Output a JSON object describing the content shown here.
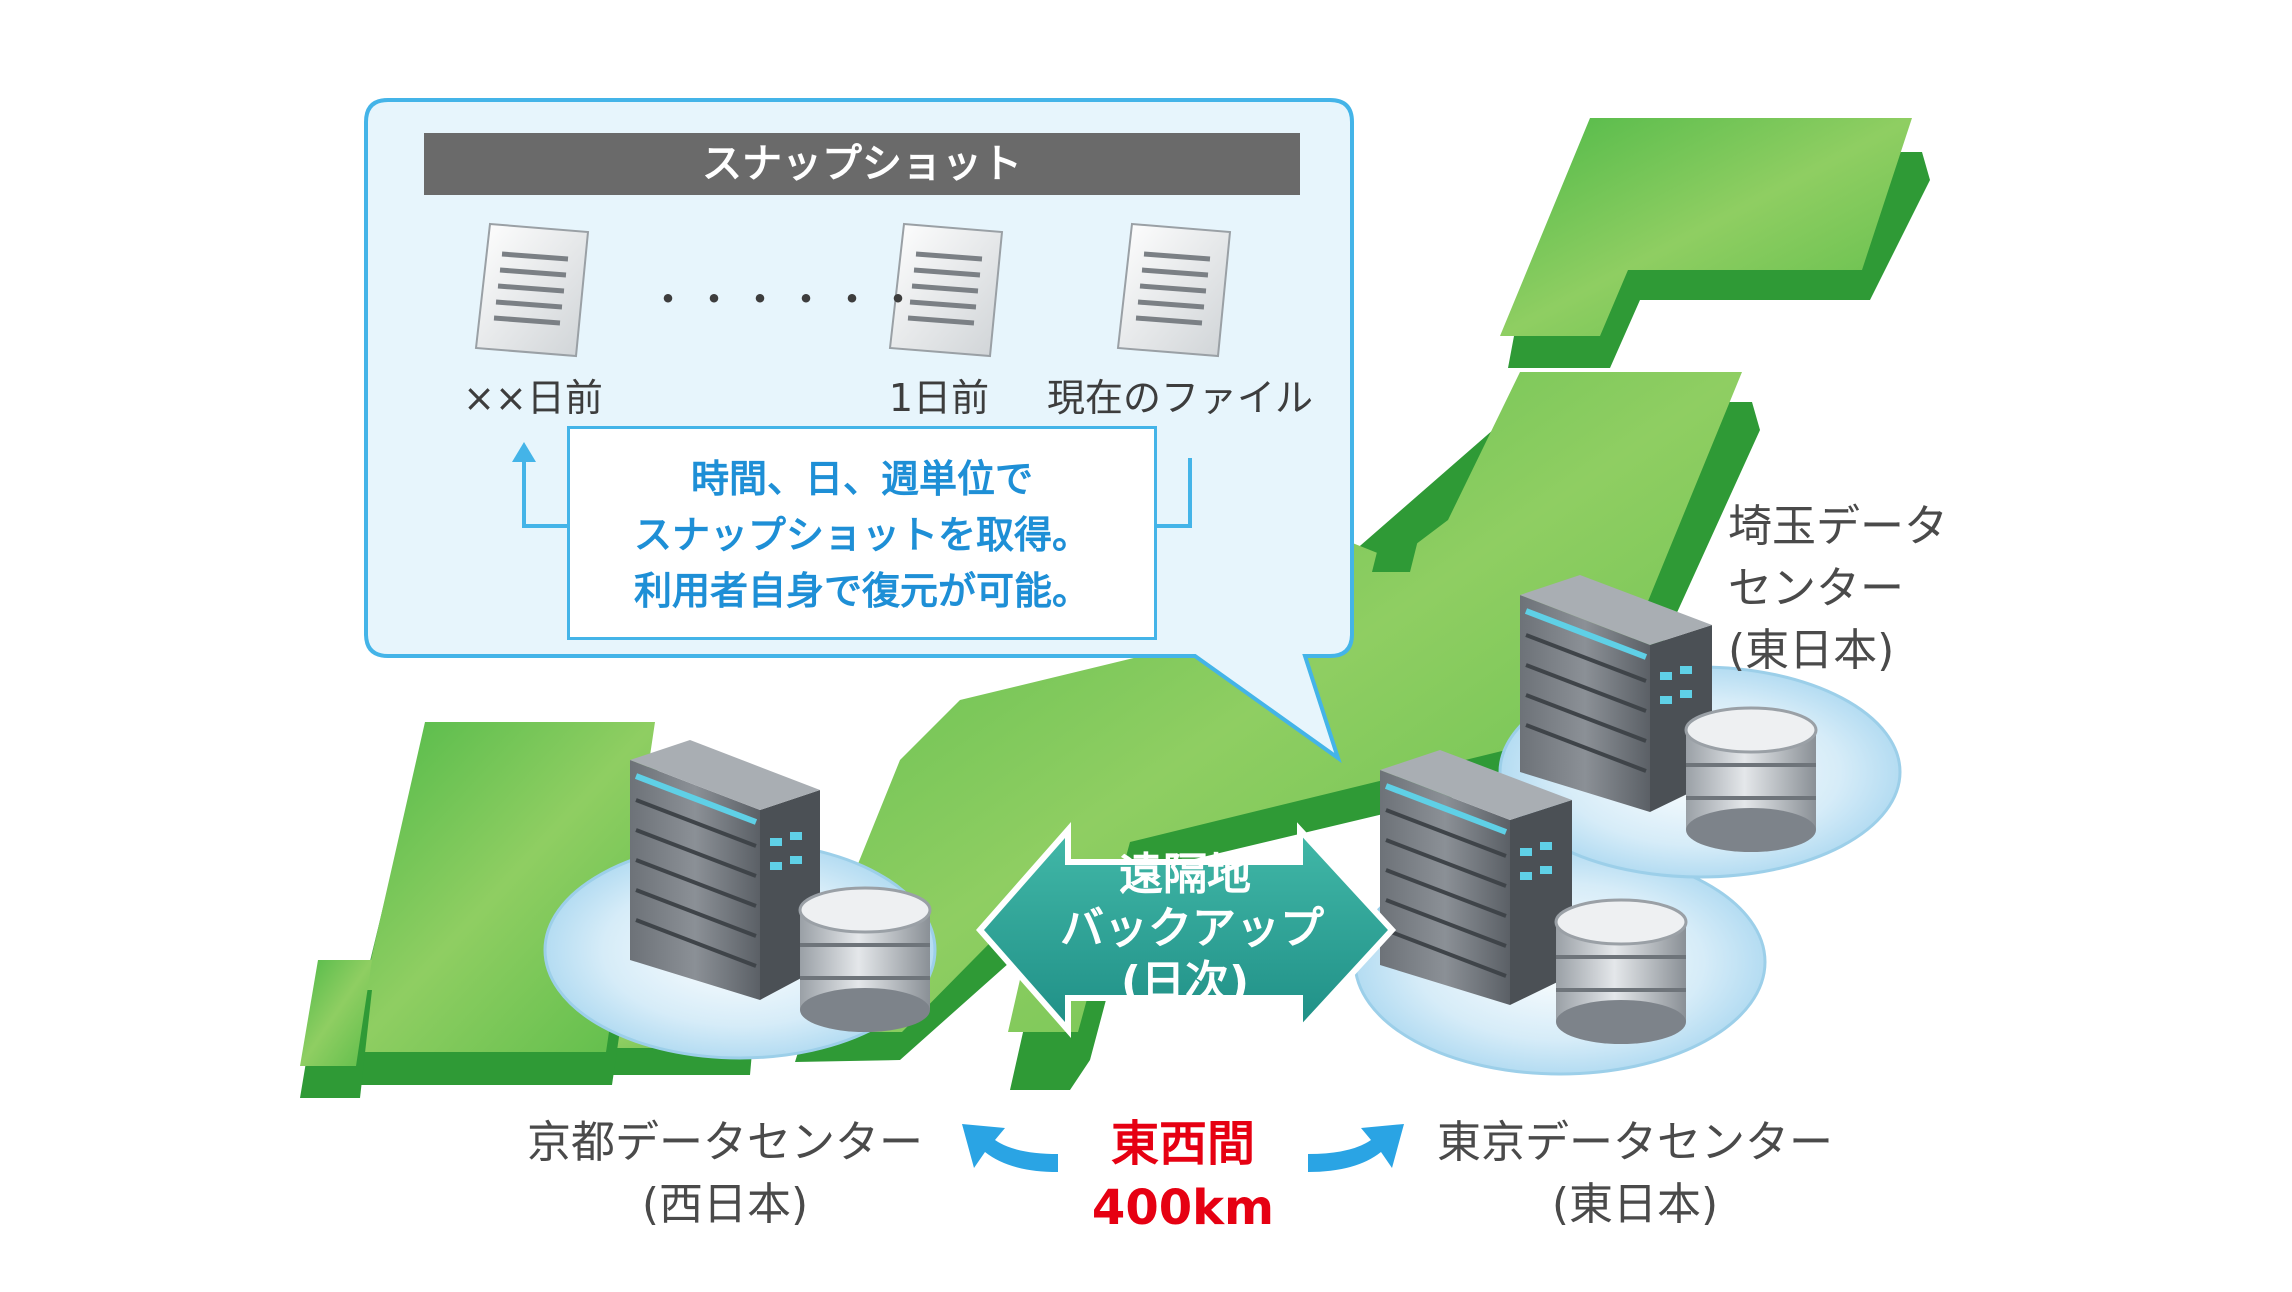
{
  "snapshot": {
    "title": "スナップショット",
    "dots": "・・・・・・",
    "files": [
      "××日前",
      "1日前",
      "現在のファイル"
    ],
    "note_lines": [
      "時間、日、週単位で",
      "スナップショットを取得。",
      "利用者自身で復元が可能。"
    ]
  },
  "backup": {
    "lines": [
      "遠隔地",
      "バックアップ",
      "(日次)"
    ]
  },
  "datacenters": {
    "saitama": [
      "埼玉データ",
      "センター",
      "(東日本)"
    ],
    "kyoto": [
      "京都データセンター",
      "(西日本)"
    ],
    "tokyo": [
      "東京データセンター",
      "(東日本)"
    ]
  },
  "distance": {
    "line1": "東西間",
    "line2": "400km"
  },
  "colors": {
    "map_green": "#5cbf4e",
    "map_side": "#2f9a36",
    "callout_bg": "#e7f5fc",
    "callout_border": "#44b4e8",
    "note_text": "#1e8fd6",
    "backup_teal": "#2ba498",
    "distance_red": "#e60012",
    "arrow_blue": "#2aa4e4"
  }
}
